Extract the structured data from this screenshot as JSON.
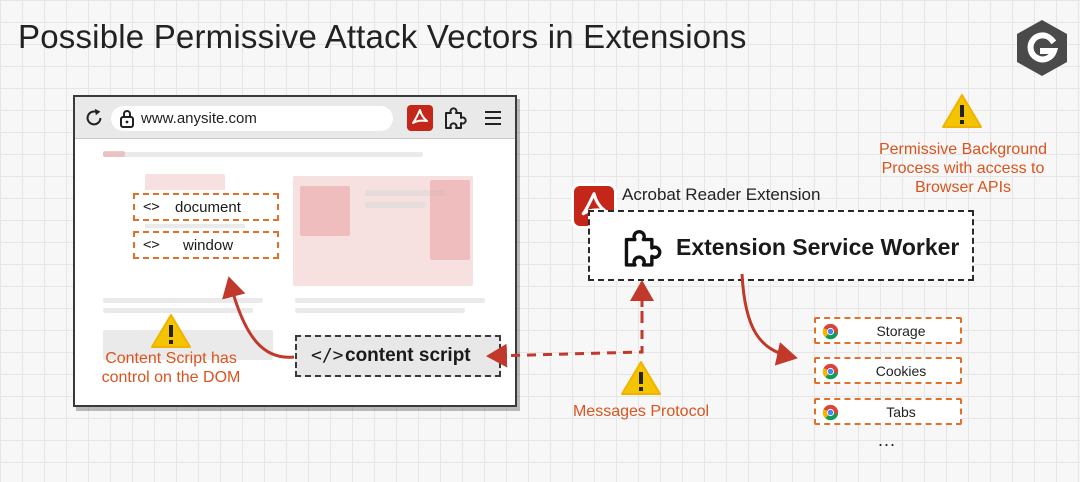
{
  "title": "Possible Permissive Attack Vectors in Extensions",
  "browser": {
    "url": "www.anysite.com",
    "dom_objects": [
      {
        "glyph": "<>",
        "label": "document"
      },
      {
        "glyph": "<>",
        "label": "window"
      }
    ]
  },
  "content_script": {
    "glyph": "</>",
    "label": "content script"
  },
  "warnings": {
    "content_script": "Content Script has control on the DOM",
    "messages": "Messages Protocol",
    "background": "Permissive Background Process with access to Browser APIs"
  },
  "extension": {
    "name": "Acrobat Reader Extension",
    "service_worker": "Extension Service Worker"
  },
  "browser_apis": {
    "items": [
      "Storage",
      "Cookies",
      "Tabs"
    ],
    "more": "..."
  },
  "colors": {
    "accent_orange": "#d9541e",
    "arrow_red": "#c0392b",
    "acrobat_red": "#c4271a",
    "warning_yellow": "#f5c400"
  }
}
